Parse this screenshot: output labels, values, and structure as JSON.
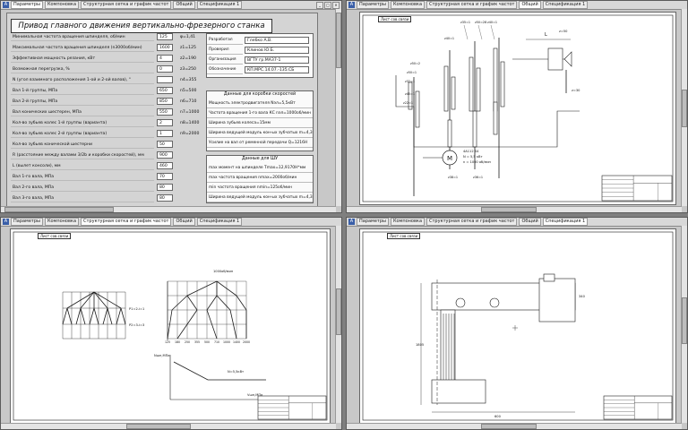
{
  "tabs": {
    "params": "Параметры",
    "layout": "Компоновка",
    "structure": "Структурная сетка и график частот",
    "general": "Общий",
    "spec": "Спецификация 1"
  },
  "pane1": {
    "title": "Привод главного движения вертикально-фрезерного станка",
    "inputs": [
      {
        "label": "Минимальная частота вращения шпинделя, об/мин",
        "value": "125",
        "result": "φ=1,41"
      },
      {
        "label": "Максимальная частота вращения шпинделя (n3000об/мин)",
        "value": "1600",
        "result": "z1=125"
      },
      {
        "label": "Эффективная мощность резания, кВт",
        "value": "4",
        "result": "z2=190"
      },
      {
        "label": "Возможная перегрузка, %",
        "value": "0",
        "result": "z3=250"
      },
      {
        "label": "N (угол взаимного расположения 1-ой и 2-ой валов), °",
        "value": "",
        "result": "n4=355"
      },
      {
        "label": "Вал 1-й группы, МПа",
        "value": "650",
        "result": "n5=500"
      },
      {
        "label": "Вал 2-й группы, МПа",
        "value": "850",
        "result": "n6=710"
      },
      {
        "label": "Вал конических шестерен, МПа",
        "value": "550",
        "result": "n7=1000"
      },
      {
        "label": "Кол-во зубьев колес 1-й группы (варианта)",
        "value": "2",
        "result": "n8=1400"
      },
      {
        "label": "Кол-во зубьев колес 2-й группы (варианта)",
        "value": "1",
        "result": "n9=2000"
      },
      {
        "label": "Кол-во зубьев конической шестерни",
        "value": "50",
        "result": ""
      },
      {
        "label": "R (расстояние между валами 3/2b и коробки скоростей), мм",
        "value": "900",
        "result": ""
      },
      {
        "label": "L (вылет консоли), мм",
        "value": "460",
        "result": ""
      },
      {
        "label": "Вал 1-го вала, МПа",
        "value": "70",
        "result": ""
      },
      {
        "label": "Вал 2-го вала, МПа",
        "value": "80",
        "result": ""
      },
      {
        "label": "Вал 3-го вала, МПа",
        "value": "80",
        "result": ""
      }
    ],
    "info": [
      {
        "label": "Разработал",
        "value": "Глебко А.В."
      },
      {
        "label": "Проверил",
        "value": "Клинов Ю.Б."
      },
      {
        "label": "Организация",
        "value": "ВГТУ гр.МАЗ7-1"
      },
      {
        "label": "Обозначение",
        "value": "КП.МРС.14.07.-135.СБ"
      }
    ],
    "gearbox_title": "Данные для коробки скоростей",
    "gearbox_lines": [
      "Мощность электродвигателя Nэл=5,5кВт",
      "Частота вращения 1-го вала КС nэл=1000об/мин",
      "Ширина зубьев колеса=15мм",
      "Ширина ведущей модуль кон-ых зубчатых m=4,33765мм",
      "Усилие на вал от ременной передачи Q=1216Н"
    ],
    "shaft_title": "Данные для ШУ",
    "shaft_lines": [
      "max момент на шпинделе Tmax=12,9170Н*мм",
      "max частота вращения nmax=2000об/мин",
      "min частота вращения nmin=125об/мин",
      "Ширина ведущей модуль кон-ых зубчатых m=4,33765мм"
    ]
  },
  "pane2": {
    "header_label": "Лист сов.связи",
    "gear_labels": [
      "z35=1",
      "z50=28",
      "z40=1",
      "z40=1",
      "z50=2",
      "z50=1",
      "z32=1",
      "z45=1",
      "z22=1",
      "z38=1",
      "z36=1"
    ],
    "motor_label": "M",
    "motor_specs": [
      "4A112 S4",
      "N = 5,5 кВт",
      "n = 1000 об/мин"
    ],
    "dim_label": "L",
    "spindle_label": "z=50",
    "spindle_bottom": "z=30"
  },
  "pane3": {
    "header_label": "Лист сов.связи",
    "left_labels": [
      "Р1=2-i=1",
      "Р2=3-i=3"
    ],
    "right_top_label": "1000об/мин",
    "axis_ticks": [
      "125",
      "180",
      "250",
      "355",
      "500",
      "710",
      "1000",
      "1400",
      "2000"
    ],
    "graph_ylabel": "Nшп,МПа",
    "graph_xlabel": "Vшп,МПа",
    "graph_label": "N=5,5кВт"
  },
  "pane4": {
    "header_label": "Лист сов.связи",
    "dim_labels": [
      "340",
      "1805",
      "600"
    ]
  },
  "colors": {
    "pane_bg": "#c8c8c8",
    "sheet_bg": "#ffffff",
    "line": "#1a1a1a",
    "tab_icon": "#3a5fa8"
  }
}
